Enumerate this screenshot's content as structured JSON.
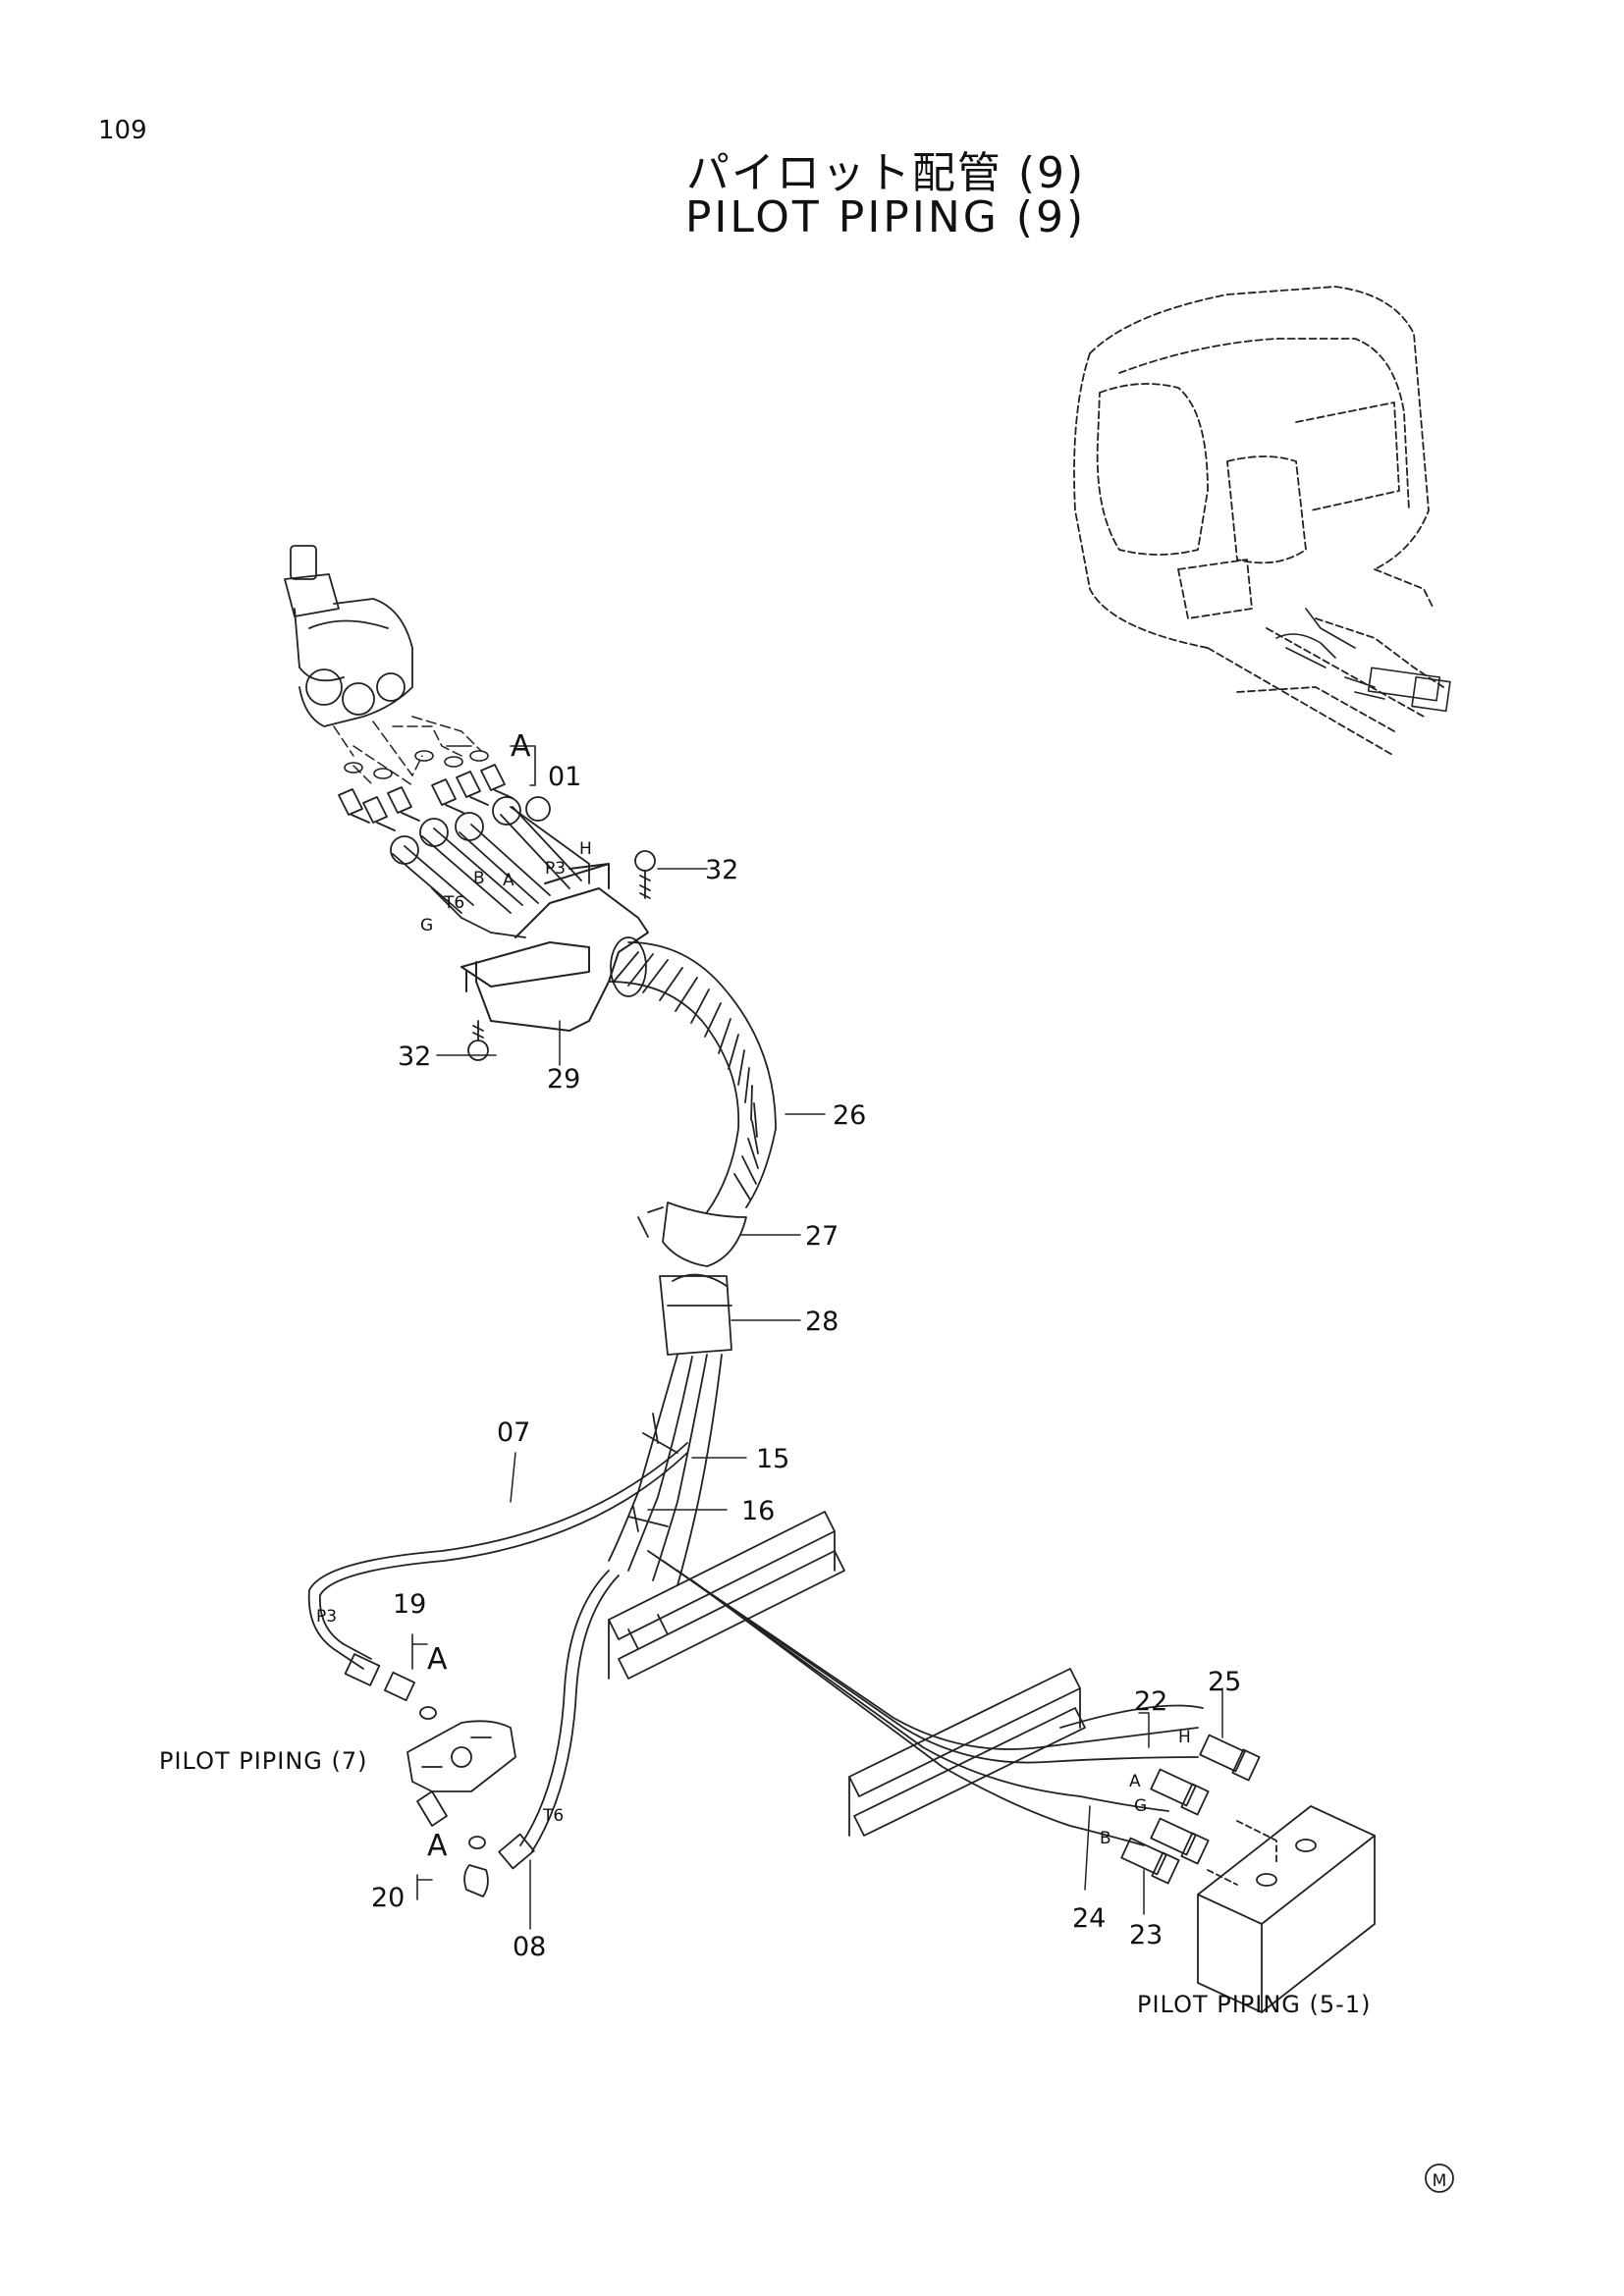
{
  "page_number": "109",
  "title_jp": "パイロット配管 (9)",
  "title_en": "PILOT PIPING (9)",
  "references": {
    "pilot_piping_7": "PILOT PIPING (7)",
    "pilot_piping_5_1": "PILOT PIPING (5-1)"
  },
  "callouts": {
    "c01": "01",
    "c07": "07",
    "c08": "08",
    "c15": "15",
    "c16": "16",
    "c19": "19",
    "c20": "20",
    "c22": "22",
    "c23": "23",
    "c24": "24",
    "c25": "25",
    "c26": "26",
    "c27": "27",
    "c28": "28",
    "c29": "29",
    "c32a": "32",
    "c32b": "32"
  },
  "detail_markers": {
    "top": "A",
    "left_upper": "A",
    "left_lower": "A"
  },
  "hose_labels": {
    "h_top": "H",
    "p3_top": "P3",
    "b_top": "B",
    "a_top": "A",
    "t6_top": "T6",
    "g_top": "G",
    "p3_left": "P3",
    "t6_left": "T6",
    "h_right": "H",
    "a_right": "A",
    "g_right": "G",
    "b_right": "B"
  },
  "footer_mark": "M"
}
